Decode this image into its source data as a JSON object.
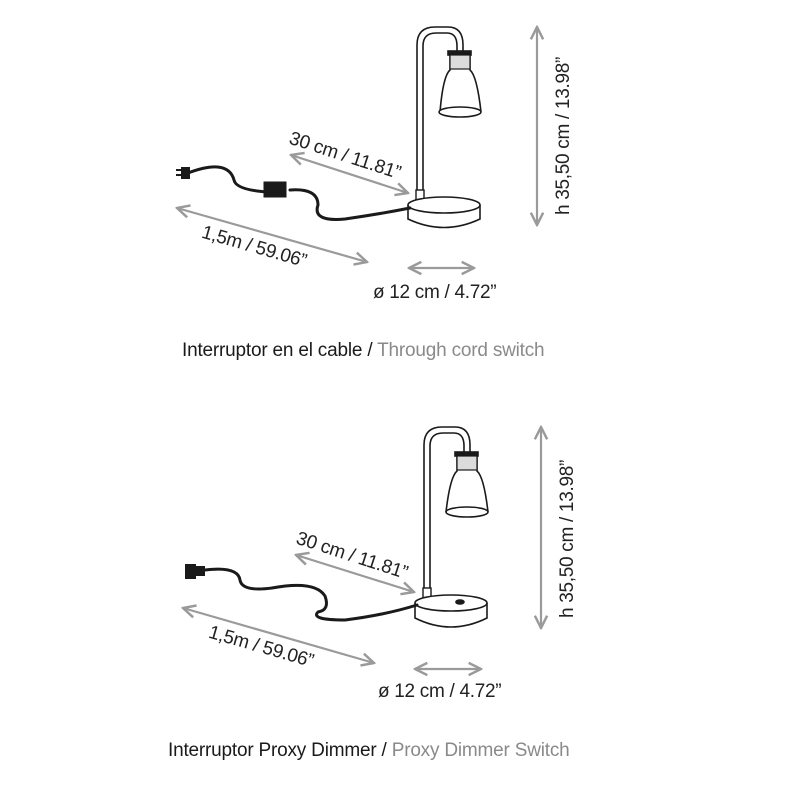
{
  "colors": {
    "line": "#1a1a1a",
    "arrow": "#9a9a9a",
    "caption_primary": "#1a1a1a",
    "caption_secondary": "#8a8a8a"
  },
  "diagrams": [
    {
      "variant": "through-cord-switch",
      "dimensions": {
        "arm_length": "30 cm / 11.81”",
        "cord_length": "1,5m / 59.06”",
        "base_diameter": "ø 12 cm / 4.72”",
        "height": "h 35,50 cm / 13.98”"
      },
      "caption": {
        "es": "Interruptor en el cable",
        "separator": " / ",
        "en": "Through cord switch"
      }
    },
    {
      "variant": "proxy-dimmer-switch",
      "dimensions": {
        "arm_length": "30 cm / 11.81”",
        "cord_length": "1,5m / 59.06”",
        "base_diameter": "ø 12 cm / 4.72”",
        "height": "h 35,50 cm / 13.98”"
      },
      "caption": {
        "es": "Interruptor Proxy Dimmer",
        "separator": " / ",
        "en": "Proxy Dimmer Switch"
      }
    }
  ]
}
